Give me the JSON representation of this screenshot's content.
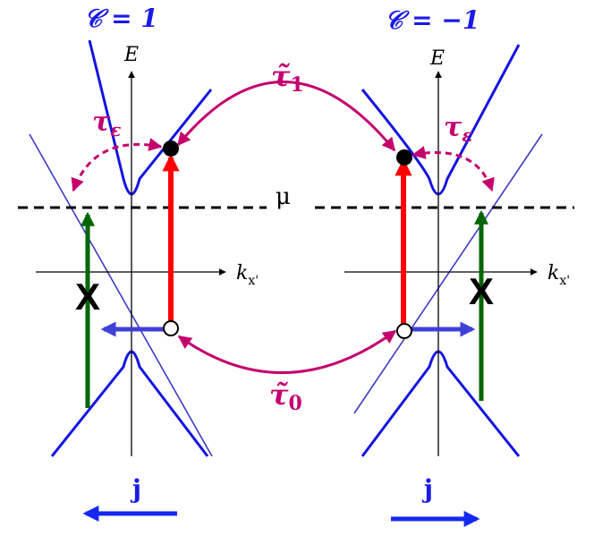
{
  "colors": {
    "band": "#1414e0",
    "dirac": "#3c3cc8",
    "axis": "#000000",
    "fermi": "#000000",
    "magenta": "#c4006e",
    "red": "#ff0000",
    "green": "#006600",
    "current": "#4040d8",
    "j_arrow": "#1428f0"
  },
  "labels": {
    "chern_left": "𝒞 = 1",
    "chern_right": "𝒞 = −1",
    "energy_axis_left": "E",
    "energy_axis_right": "E",
    "momentum_axis_left_main": "k",
    "momentum_axis_left_sub": "x'",
    "momentum_axis_right_main": "k",
    "momentum_axis_right_sub": "x'",
    "chemical_potential": "μ",
    "tau1_main": "τ̃",
    "tau1_sub": "1",
    "tau0_main": "τ̃",
    "tau0_sub": "0",
    "tau_eps_left_main": "τ",
    "tau_eps_left_sub": "ε",
    "tau_eps_right_main": "τ",
    "tau_eps_right_sub": "ε",
    "forbidden_left": "X",
    "forbidden_right": "X",
    "current_left": "j",
    "current_right": "j"
  }
}
